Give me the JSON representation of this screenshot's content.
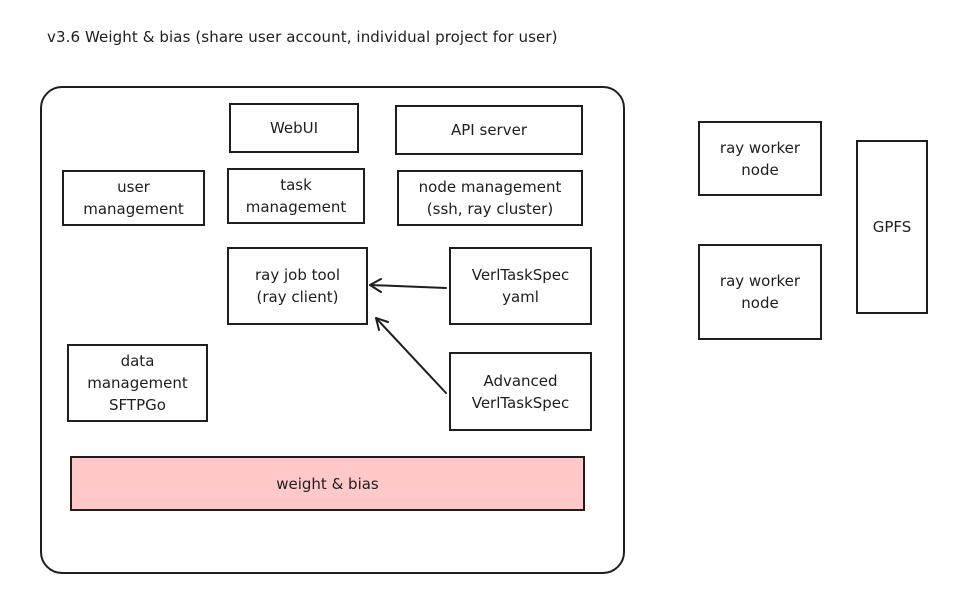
{
  "title": "v3.6 Weight & bias (share user account, individual project for user)",
  "boxes": {
    "webui": "WebUI",
    "api_server": "API server",
    "user_management": "user\nmanagement",
    "task_management": "task\nmanagement",
    "node_management": "node management\n(ssh, ray cluster)",
    "ray_job_tool": "ray job tool\n(ray client)",
    "verl_task_spec": "VerlTaskSpec\nyaml",
    "advanced_verl_task_spec": "Advanced\nVerlTaskSpec",
    "data_management": "data\nmanagement\nSFTPGo",
    "weight_bias": "weight & bias",
    "ray_worker_1": "ray worker\nnode",
    "ray_worker_2": "ray worker\nnode",
    "gpfs": "GPFS"
  },
  "colors": {
    "weight_bias_fill": "#ffc9c9",
    "stroke": "#1e1e1e"
  }
}
